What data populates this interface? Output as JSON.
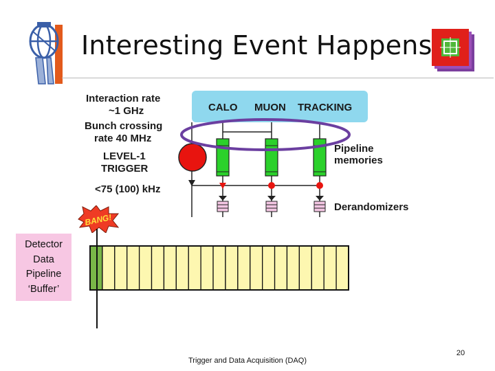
{
  "title": "Interesting Event Happens",
  "footer": "Trigger and Data Acquisition (DAQ)",
  "page_number": "20",
  "trigger_diagram": {
    "interaction_rate": "Interaction rate",
    "interaction_value": "~1 GHz",
    "bunch_crossing": "Bunch crossing",
    "bunch_rate": "rate 40 MHz",
    "level1": "LEVEL-1",
    "trigger": "TRIGGER",
    "output_rate": "<75 (100) kHz",
    "calo": "CALO",
    "muon": "MUON",
    "tracking": "TRACKING",
    "pipeline_1": "Pipeline",
    "pipeline_2": "memories",
    "derandomizers": "Derandomizers"
  },
  "bang": "BANG!",
  "buffer_label": [
    "Detector",
    "Data",
    "Pipeline",
    "‘Buffer’"
  ],
  "pipeline_buffer": {
    "cell_count": 21,
    "filled_cells": 1,
    "fill_color": "#7ab648",
    "empty_color": "#fdf7b0"
  },
  "colors": {
    "detector_box": "#8fd8ee",
    "pipeline_memory": "#2bd12b",
    "trigger_circle": "#e8140f",
    "ellipse": "#6b3fa0",
    "label_bg": "#f7c7e3"
  }
}
